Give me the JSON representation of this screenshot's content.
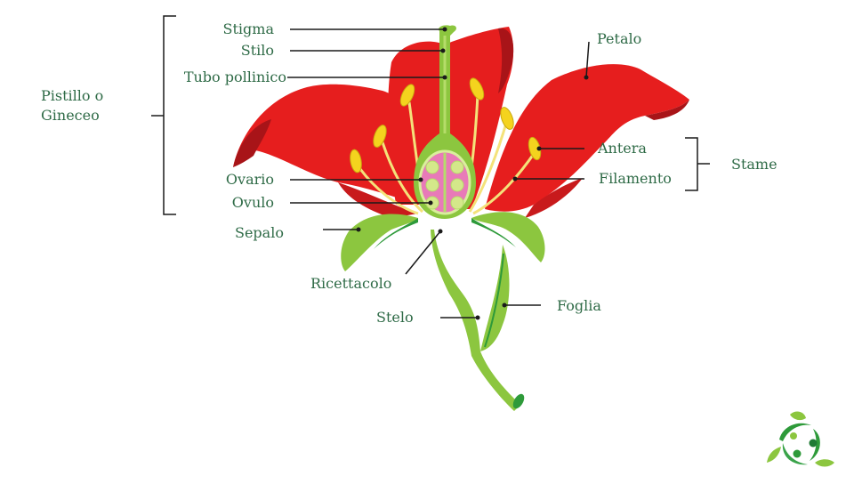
{
  "diagram": {
    "subject": "Flower anatomy",
    "colors": {
      "label_text": "#2f6b47",
      "leader_line": "#1a1a1a",
      "petal": "#e61e1e",
      "petal_dark": "#a81418",
      "green_light": "#8cc63f",
      "green_dark": "#2e9a3a",
      "anther": "#f4d31e",
      "ovary": "#e87ab8"
    },
    "groups": {
      "pistil": {
        "label_line1": "Pistillo o",
        "label_line2": "Gineceo"
      },
      "stamen": {
        "label": "Stame"
      }
    },
    "labels": {
      "stigma": "Stigma",
      "style": "Stilo",
      "pollen_tube": "Tubo pollinico",
      "ovary": "Ovario",
      "ovule": "Ovulo",
      "sepal": "Sepalo",
      "receptacle": "Ricettacolo",
      "stem": "Stelo",
      "petal": "Petalo",
      "anther": "Antera",
      "filament": "Filamento",
      "leaf": "Foglia"
    },
    "logo": {
      "icon": "leaf-circle-logo-icon"
    }
  }
}
